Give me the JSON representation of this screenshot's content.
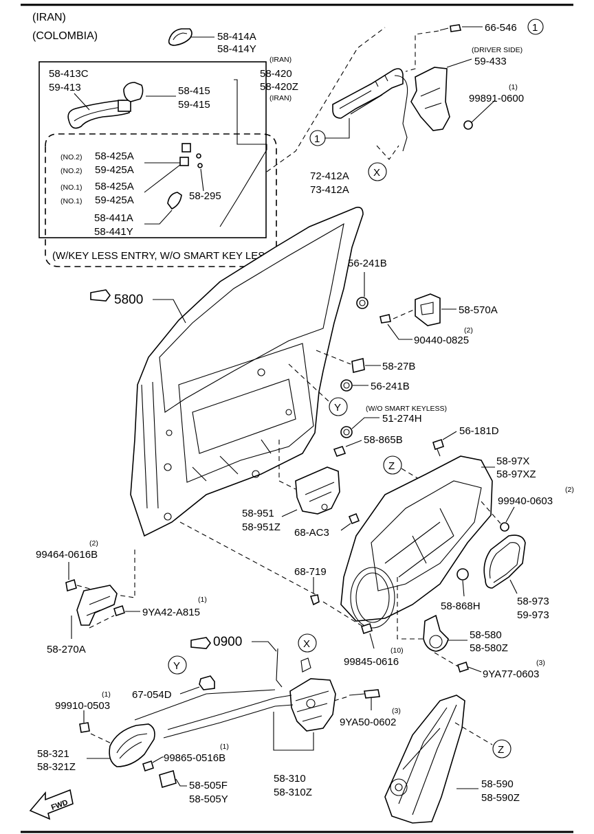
{
  "header": {
    "line1": "(IRAN)",
    "line2": "(COLOMBIA)"
  },
  "callouts": {
    "one_top": "1",
    "one_mid": "1",
    "x_top": "X",
    "x_bottom": "X",
    "y_mid": "Y",
    "y_bottom": "Y",
    "z_mid": "Z",
    "z_bottom": "Z"
  },
  "assemblies": {
    "door": "5800",
    "lock": "0900"
  },
  "box": {
    "note": "(W/KEY LESS ENTRY, W/O SMART KEY LESS)"
  },
  "parts": {
    "p58_414": [
      "58-414A",
      "58-414Y"
    ],
    "p58_413": [
      "58-413C",
      "59-413"
    ],
    "p58_415": [
      "58-415",
      "59-415"
    ],
    "p58_420": {
      "note_top": "(IRAN)",
      "codes": [
        "58-420",
        "58-420Z"
      ],
      "note_bottom": "(IRAN)"
    },
    "p66_546": "66-546",
    "p59_433": {
      "note": "(DRIVER SIDE)",
      "code": "59-433"
    },
    "p99891": {
      "qty": "(1)",
      "code": "99891-0600"
    },
    "p58_425": [
      {
        "prefix": "(NO.2)",
        "code": "58-425A"
      },
      {
        "prefix": "(NO.2)",
        "code": "59-425A"
      },
      {
        "prefix": "(NO.1)",
        "code": "58-425A"
      },
      {
        "prefix": "(NO.1)",
        "code": "59-425A"
      }
    ],
    "p58_295": "58-295",
    "p58_441": [
      "58-441A",
      "58-441Y"
    ],
    "p72_412": [
      "72-412A",
      "73-412A"
    ],
    "p56_241b_top": "56-241B",
    "p58_570": "58-570A",
    "p90440": {
      "qty": "(2)",
      "code": "90440-0825"
    },
    "p58_27b": "58-27B",
    "p56_241b_mid": "56-241B",
    "p51_274": {
      "note": "(W/O SMART KEYLESS)",
      "code": "51-274H"
    },
    "p58_865": "58-865B",
    "p56_181": "56-181D",
    "p58_97": [
      "58-97X",
      "58-97XZ"
    ],
    "p99940": {
      "qty": "(2)",
      "code": "99940-0603"
    },
    "p58_951": [
      "58-951",
      "58-951Z"
    ],
    "p68_ac3": "68-AC3",
    "p99464": {
      "qty": "(2)",
      "code": "99464-0616B"
    },
    "p68_719": "68-719",
    "p58_973": [
      "58-973",
      "59-973"
    ],
    "p58_868": "58-868H",
    "p9ya42": {
      "qty": "(1)",
      "code": "9YA42-A815"
    },
    "p58_270": "58-270A",
    "p58_580": [
      "58-580",
      "58-580Z"
    ],
    "p99845": {
      "qty": "(10)",
      "code": "99845-0616"
    },
    "p9ya77": {
      "qty": "(3)",
      "code": "9YA77-0603"
    },
    "p67_054": "67-054D",
    "p99910": {
      "qty": "(1)",
      "code": "99910-0503"
    },
    "p9ya50": {
      "qty": "(3)",
      "code": "9YA50-0602"
    },
    "p58_321": [
      "58-321",
      "58-321Z"
    ],
    "p99865": {
      "qty": "(1)",
      "code": "99865-0516B"
    },
    "p58_505": [
      "58-505F",
      "58-505Y"
    ],
    "p58_310": [
      "58-310",
      "58-310Z"
    ],
    "p58_590": [
      "58-590",
      "58-590Z"
    ]
  },
  "fwd": "FWD"
}
